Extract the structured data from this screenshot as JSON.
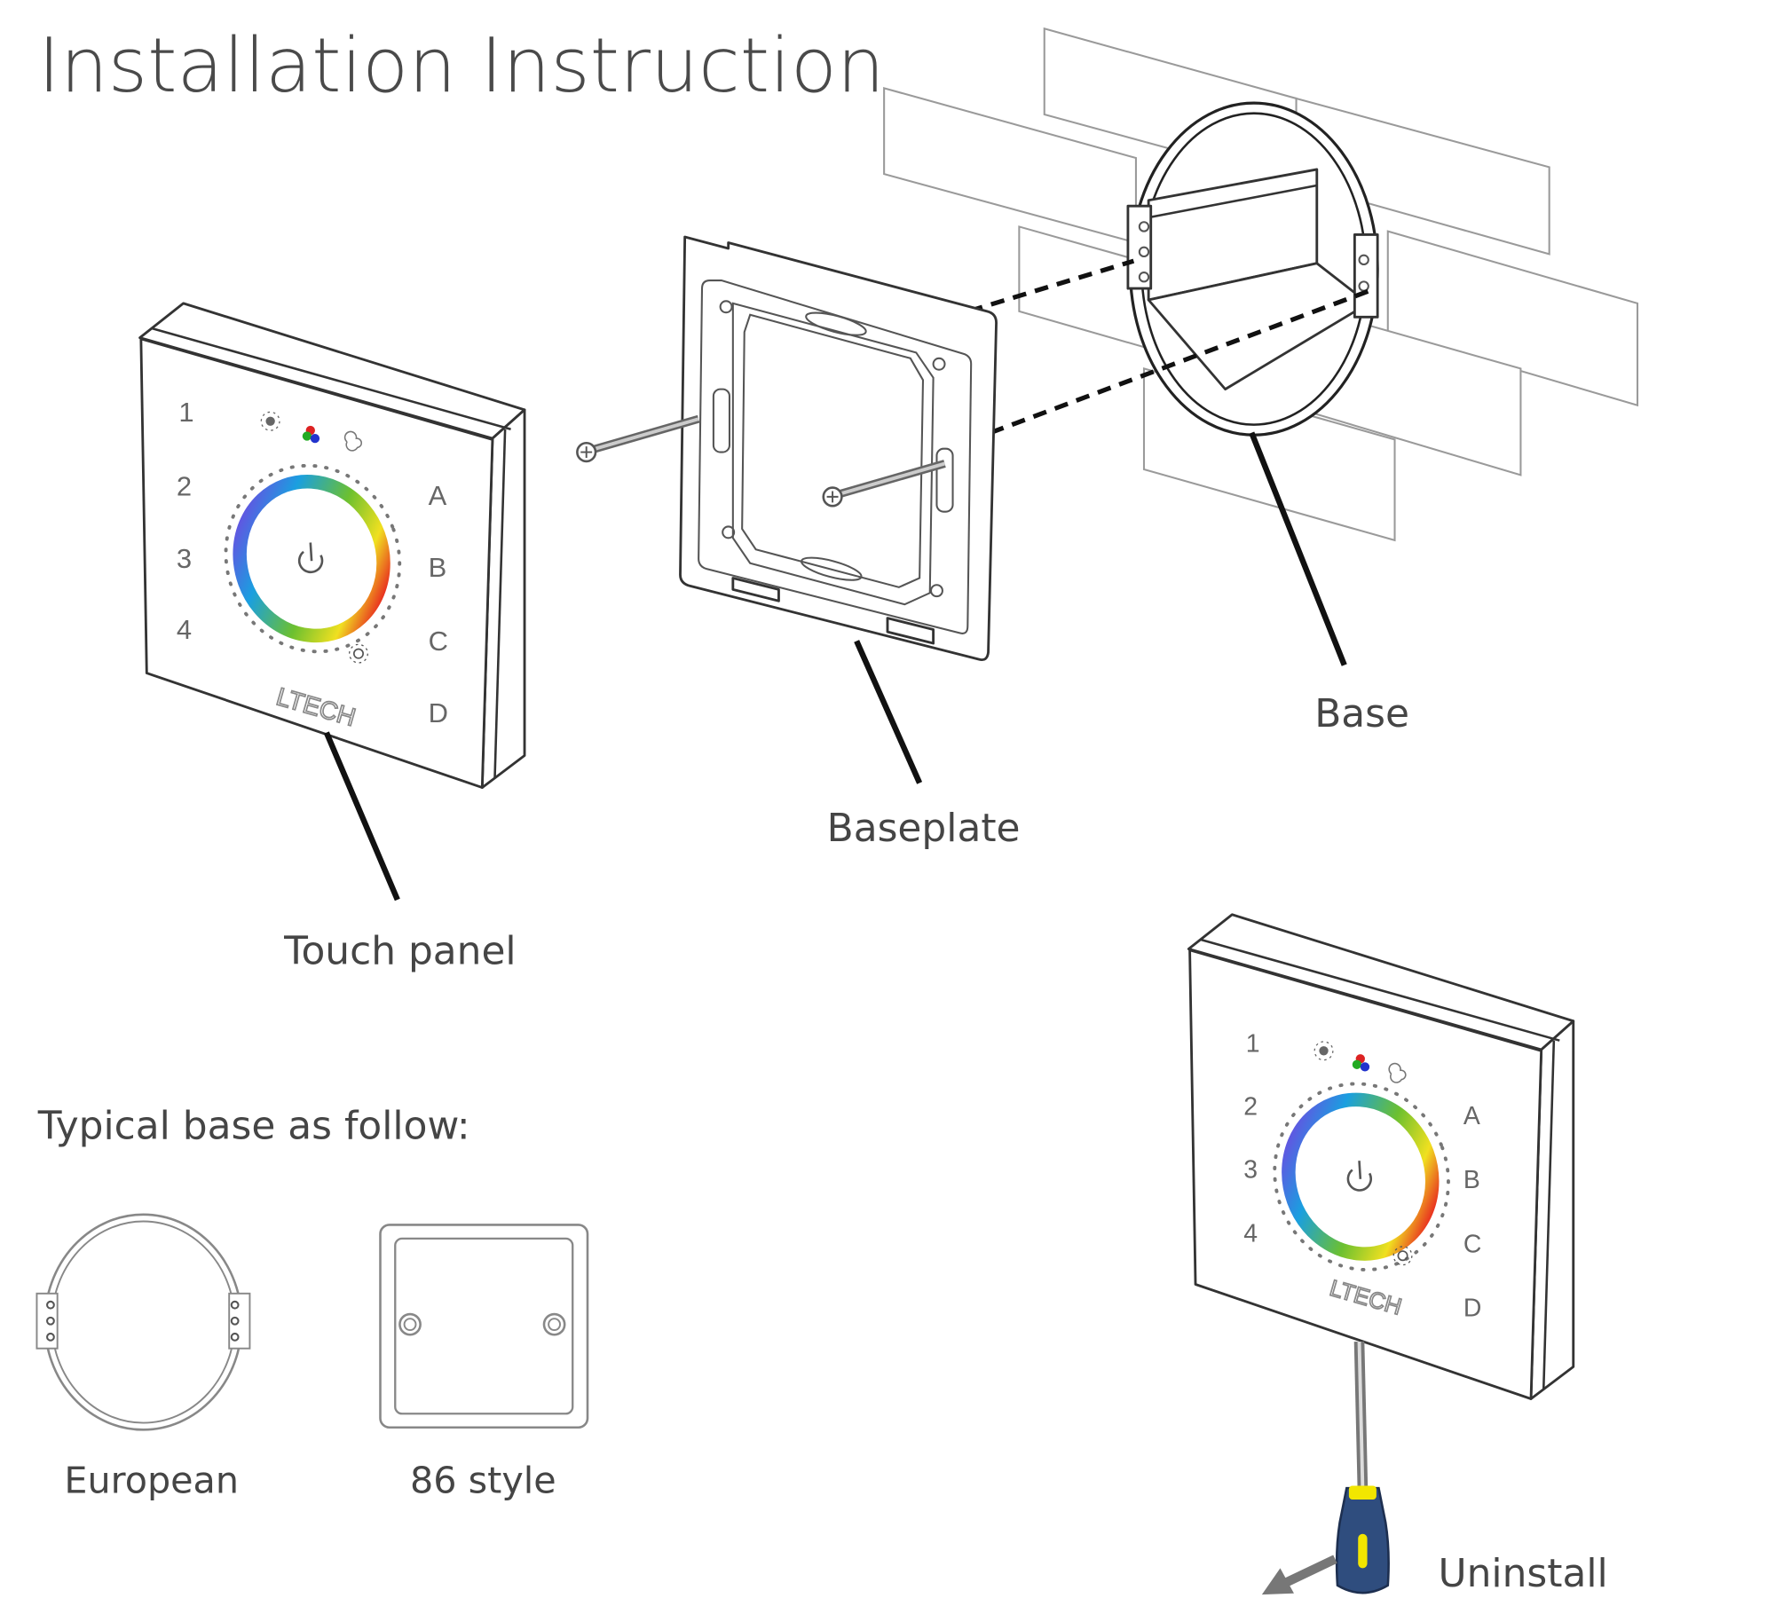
{
  "title": "Installation Instruction",
  "labels": {
    "touch_panel": "Touch panel",
    "baseplate": "Baseplate",
    "base": "Base",
    "typical_base": "Typical base as follow:",
    "european": "European",
    "style86": "86 style",
    "uninstall": "Uninstall"
  },
  "panel": {
    "left_keys": [
      "1",
      "2",
      "3",
      "4"
    ],
    "right_keys": [
      "A",
      "B",
      "C",
      "D"
    ],
    "brand": "LTECH"
  },
  "colors": {
    "text": "#454545",
    "screwdriver_handle": "#2f4d7e",
    "screwdriver_grip": "#f2e600",
    "arrow": "#777777"
  }
}
